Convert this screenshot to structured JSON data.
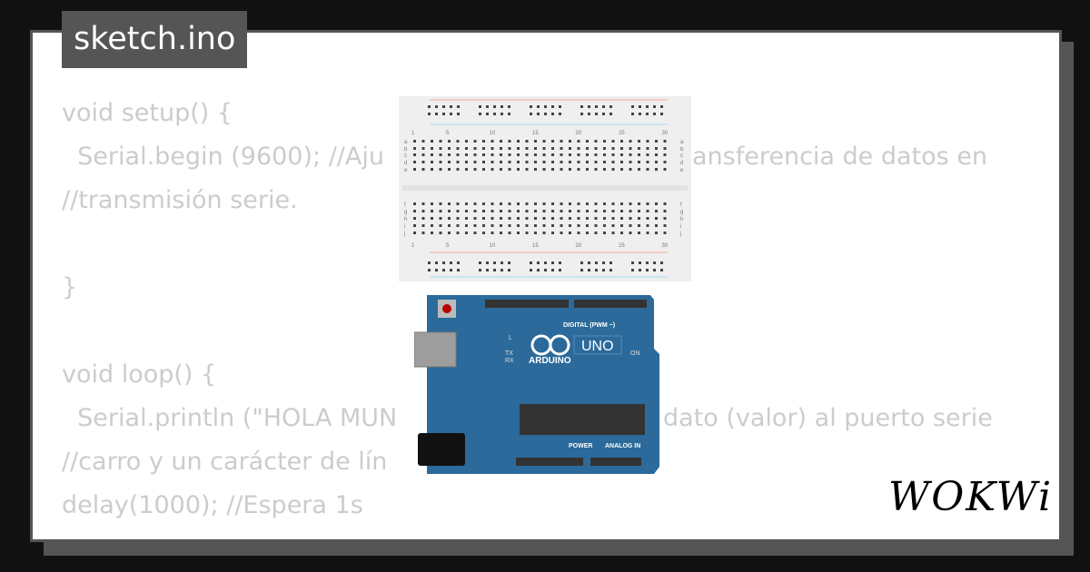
{
  "tab": {
    "filename": "sketch.ino"
  },
  "code": {
    "lines": [
      {
        "left": "void setup() {",
        "right": ""
      },
      {
        "left": "  Serial.begin (9600); //Aju",
        "right": "ansferencia de datos en"
      },
      {
        "left": "//transmisión serie.",
        "right": ""
      },
      {
        "left": "",
        "right": ""
      },
      {
        "left": "}",
        "right": ""
      },
      {
        "left": "",
        "right": ""
      },
      {
        "left": "void loop() {",
        "right": ""
      },
      {
        "left": "  Serial.println (\"HOLA MUN",
        "right": "dato (valor) al puerto serie"
      },
      {
        "left": "//carro y un carácter de lín",
        "right": ""
      },
      {
        "left": "delay(1000); //Espera 1s",
        "right": ""
      }
    ]
  },
  "breadboard": {
    "column_labels": [
      "1",
      "5",
      "10",
      "15",
      "20",
      "25",
      "30"
    ],
    "row_labels_top": [
      "a",
      "b",
      "c",
      "d",
      "e"
    ],
    "row_labels_bottom": [
      "f",
      "g",
      "h",
      "i",
      "j"
    ]
  },
  "arduino": {
    "model": "UNO",
    "brand": "ARDUINO",
    "header_digital": "DIGITAL (PWM ~)",
    "header_power": "POWER",
    "header_analog": "ANALOG IN",
    "led_l": "L",
    "led_tx": "TX",
    "led_rx": "RX",
    "led_on": "ON",
    "board_color": "#2b6a9a"
  },
  "brand": {
    "logo": "WOKWi"
  }
}
